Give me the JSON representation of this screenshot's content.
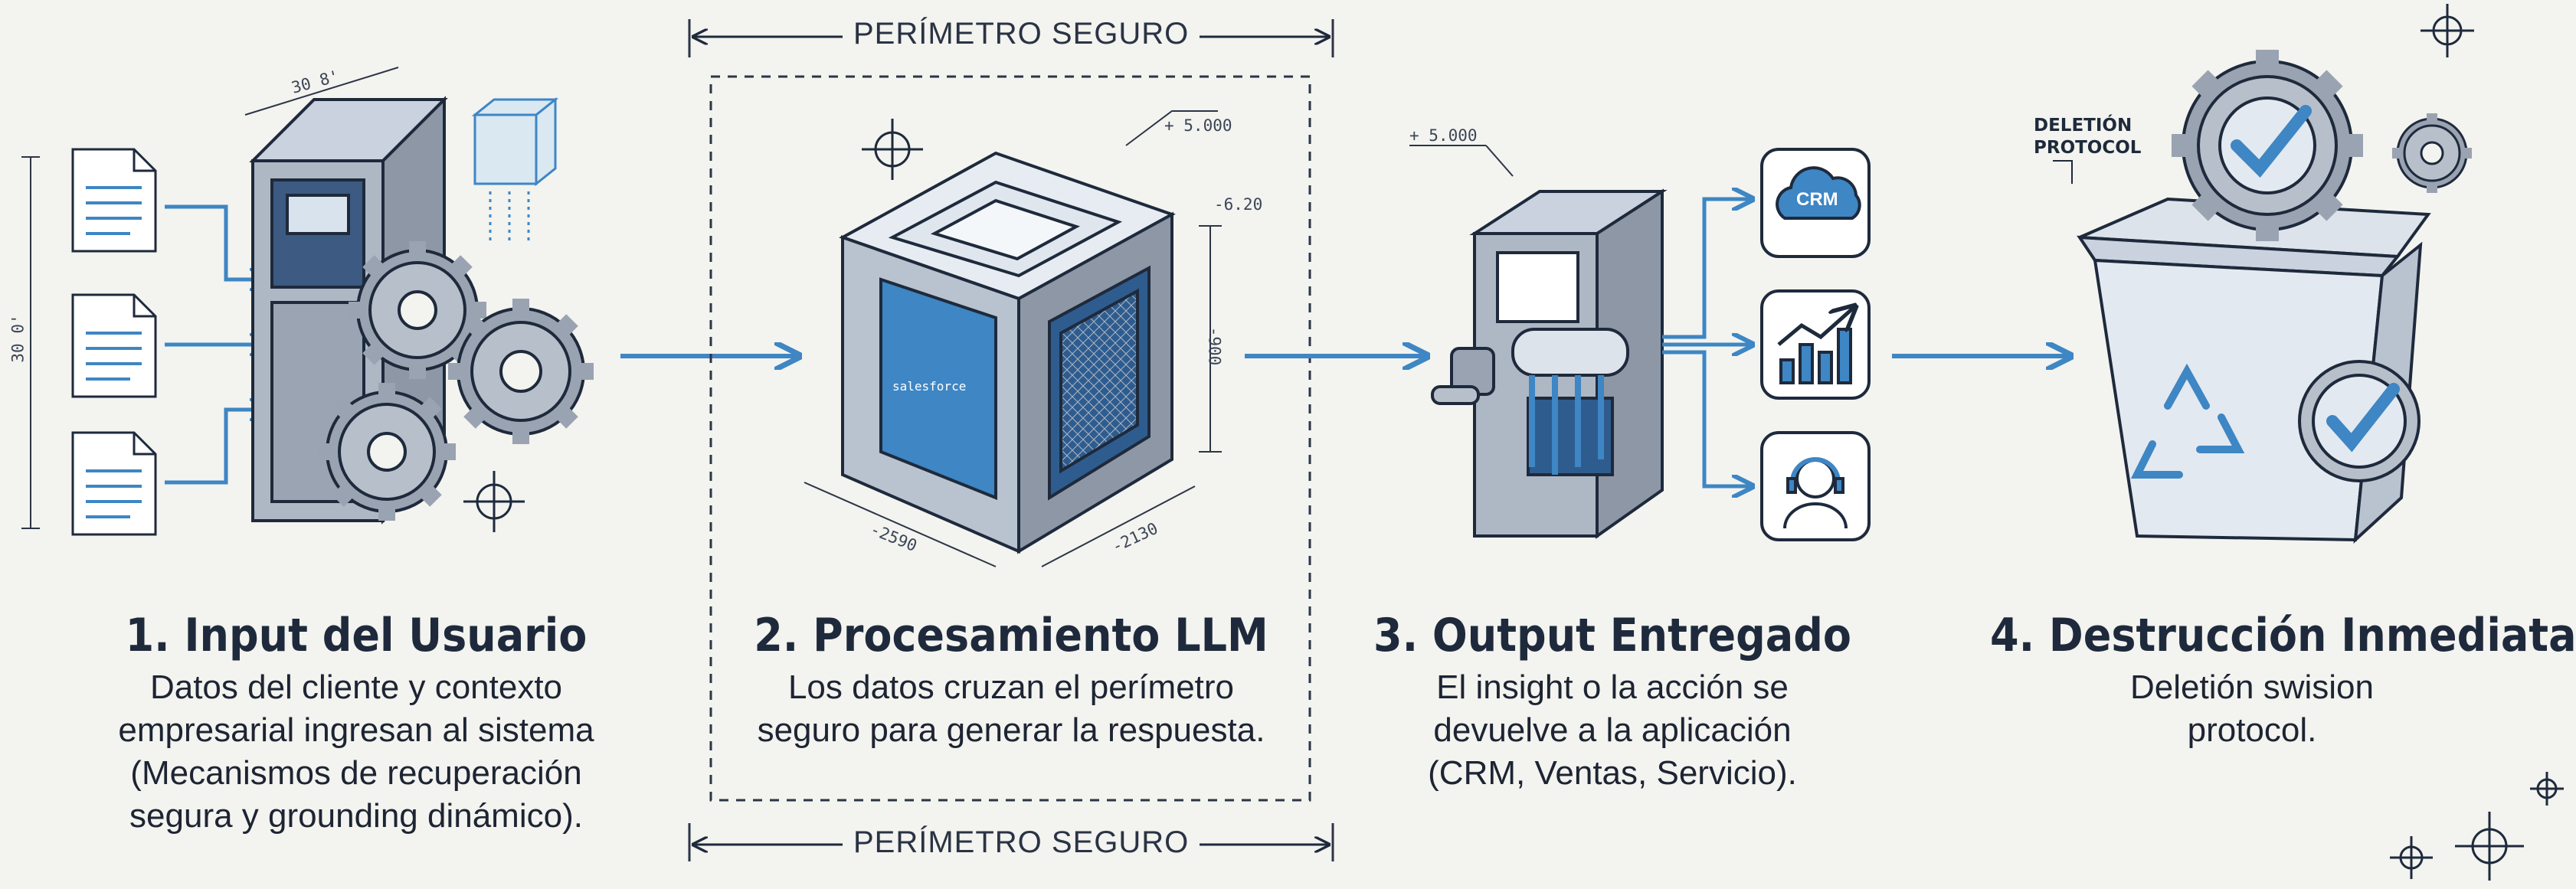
{
  "perimeter": {
    "label_top": "PERÍMETRO SEGURO",
    "label_bottom": "PERÍMETRO SEGURO"
  },
  "steps": [
    {
      "title": "1. Input del Usuario",
      "lines": [
        "Datos del cliente y contexto",
        "empresarial ingresan al sistema",
        "(Mecanismos de recuperación",
        "segura y grounding dinámico)."
      ]
    },
    {
      "title": "2. Procesamiento LLM",
      "lines": [
        "Los datos cruzan el perímetro",
        "seguro para generar la respuesta."
      ]
    },
    {
      "title": "3. Output Entregado",
      "lines": [
        "El insight o la acción se",
        "devuelve a la aplicación",
        "(CRM, Ventas, Servicio)."
      ]
    },
    {
      "title": "4. Destrucción Inmediata",
      "lines": [
        "Deletión swision",
        "protocol."
      ]
    }
  ],
  "annotations": {
    "step1_dim_top": "30 8'",
    "step1_dim_left": "30 0'",
    "step2_dim_top": "+ 5.000",
    "step2_dim_right_top": "-6.20",
    "step2_dim_right": "-900",
    "step2_dim_bottom_left": "-2590",
    "step2_dim_bottom_right": "-2130",
    "step2_cube_logo": "salesforce",
    "step3_dim_top": "+ 5.000",
    "step3_crm_label": "CRM",
    "step4_tag_line1": "DELETIÓN",
    "step4_tag_line2": "PROTOCOL"
  },
  "icons": [
    "document-icon",
    "gear-icon",
    "crosshair-icon",
    "arrow-right-icon",
    "cube-icon",
    "shredder-icon",
    "crm-cloud-icon",
    "bar-chart-icon",
    "headset-agent-icon",
    "trash-bin-icon",
    "recycle-icon",
    "checkmark-icon"
  ],
  "colors": {
    "background": "#f3f3ef",
    "accent_blue": "#3e86c4",
    "ink": "#1e2a3c",
    "metal": "#8d97a6"
  }
}
